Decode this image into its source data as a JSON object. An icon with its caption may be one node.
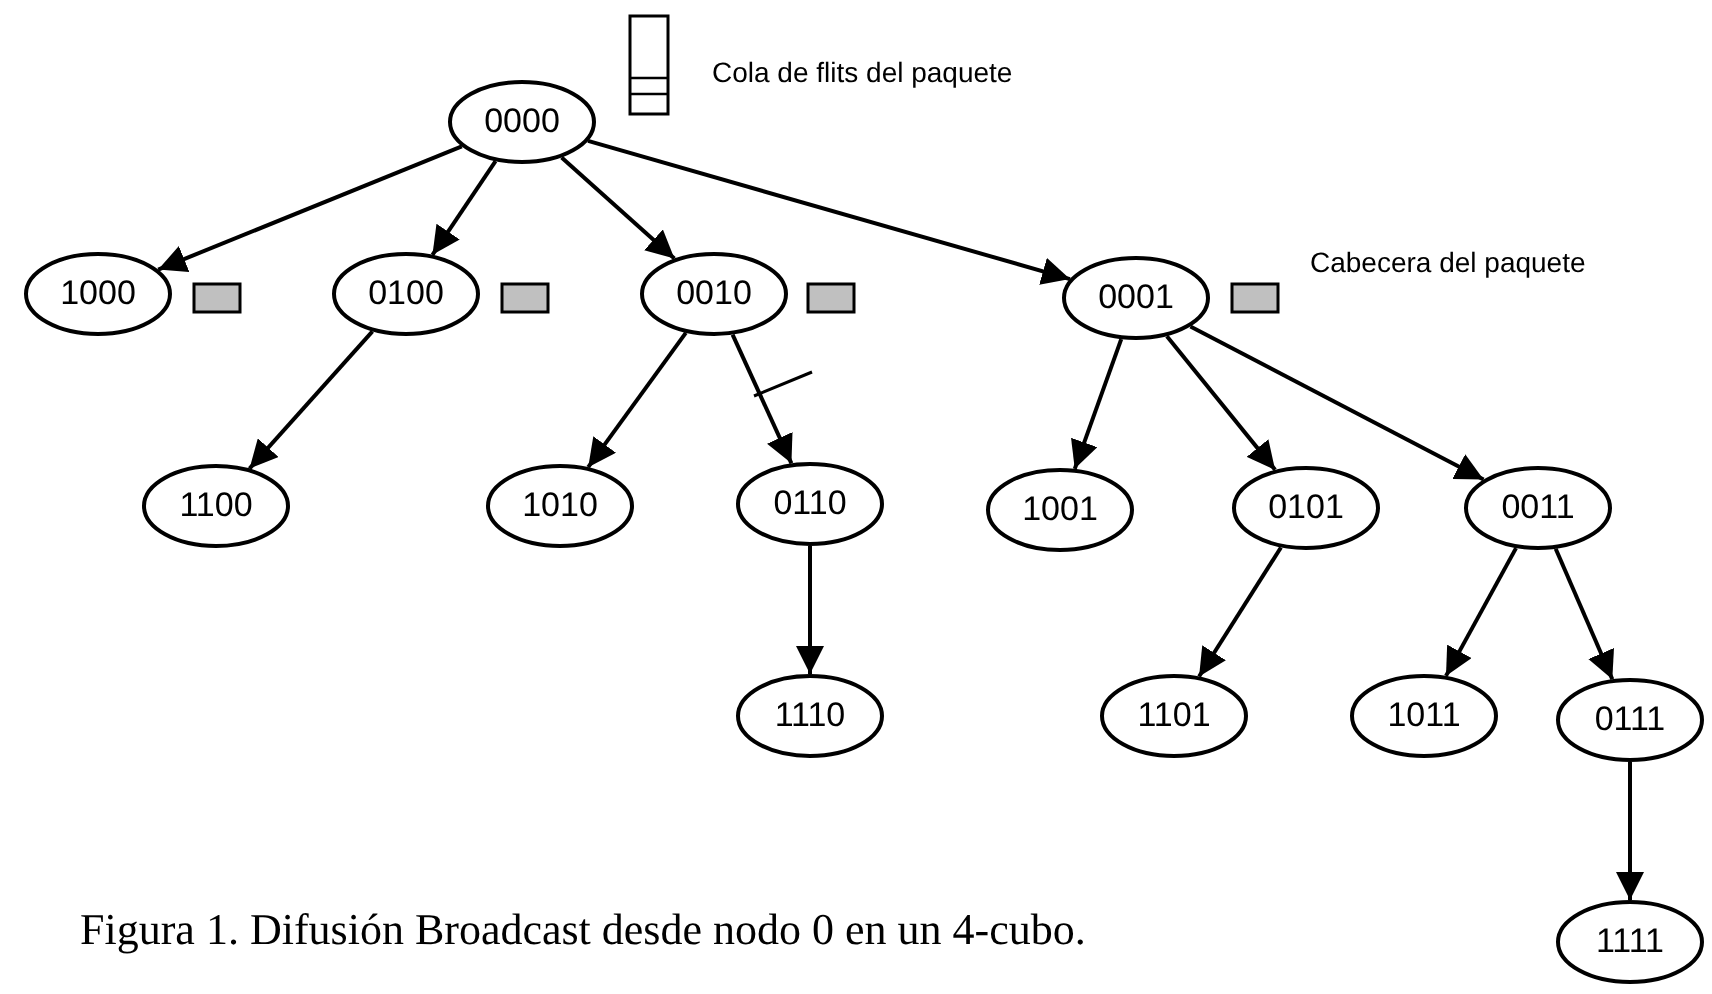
{
  "diagram": {
    "caption": "Figura 1. Difusión Broadcast desde nodo 0 en un 4-cubo.",
    "nodes": [
      {
        "text": [
          "0000"
        ]
      },
      {
        "text": [
          "1000"
        ]
      },
      {
        "text": [
          "0100"
        ]
      },
      {
        "text": [
          "0010"
        ]
      },
      {
        "text": [
          "0001"
        ]
      },
      {
        "text": [
          "1100"
        ]
      },
      {
        "text": [
          "1010"
        ]
      },
      {
        "text": [
          "0110"
        ]
      },
      {
        "text": [
          "1001"
        ]
      },
      {
        "text": [
          "0101"
        ]
      },
      {
        "text": [
          "0011"
        ]
      },
      {
        "text": [
          "1110"
        ]
      },
      {
        "text": [
          "1101"
        ]
      },
      {
        "text": [
          "1011"
        ]
      },
      {
        "text": [
          "0111"
        ]
      },
      {
        "text": [
          "1111"
        ]
      }
    ],
    "edges": [
      {
        "from": 0,
        "to": 1,
        "arrow": "to"
      },
      {
        "from": 0,
        "to": 2,
        "arrow": "to"
      },
      {
        "from": 0,
        "to": 3,
        "arrow": "to"
      },
      {
        "from": 0,
        "to": 4,
        "arrow": "to"
      },
      {
        "from": 2,
        "to": 5,
        "arrow": "to"
      },
      {
        "from": 3,
        "to": 6,
        "arrow": "to"
      },
      {
        "from": 3,
        "to": 7,
        "arrow": "to"
      },
      {
        "from": 4,
        "to": 8,
        "arrow": "to"
      },
      {
        "from": 4,
        "to": 9,
        "arrow": "to"
      },
      {
        "from": 4,
        "to": 10,
        "arrow": "to"
      },
      {
        "from": 7,
        "to": 11,
        "arrow": "to"
      },
      {
        "from": 9,
        "to": 12,
        "arrow": "to"
      },
      {
        "from": 10,
        "to": 13,
        "arrow": "to"
      },
      {
        "from": 10,
        "to": 14,
        "arrow": "to"
      },
      {
        "from": 14,
        "to": 15,
        "arrow": "to"
      }
    ],
    "labels": [
      "Cola de flits del paquete",
      "Cabecera del paquete"
    ]
  }
}
